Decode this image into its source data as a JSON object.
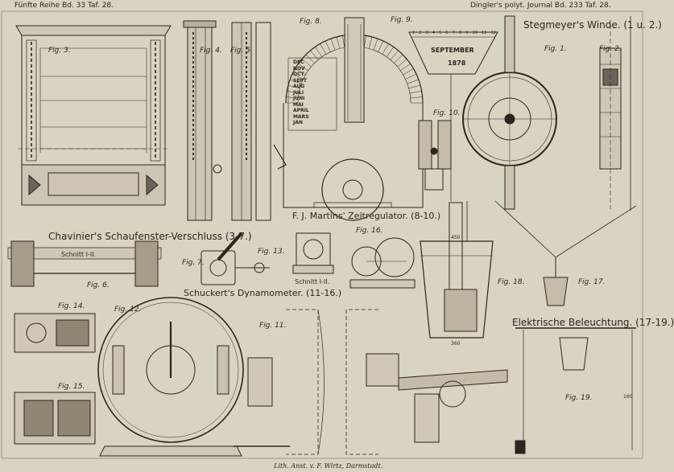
{
  "header": {
    "left": "Fünfte Reihe Bd. 33 Taf. 28.",
    "right": "Dingler's polyt. Journal Bd. 233 Taf. 28."
  },
  "titles": {
    "chavinier": "Chavinier's Schaufenster-Verschluss (3-7.)",
    "martin": "F. J. Martins' Zeitregulator. (8-10.)",
    "schuckert": "Schuckert's Dynamometer. (11-16.)",
    "stegmeyer": "Stegmeyer's Winde. (1 u. 2.)",
    "elektrische": "Elektrische Beleuchtung. (17-19.)"
  },
  "figures": {
    "fig1": "Fig. 1.",
    "fig2": "Fig. 2.",
    "fig3": "Fig. 3.",
    "fig4": "Fig. 4.",
    "fig5": "Fig. 5.",
    "fig6": "Fig. 6.",
    "fig7": "Fig. 7.",
    "fig8": "Fig. 8.",
    "fig9": "Fig. 9.",
    "fig10": "Fig. 10.",
    "fig11": "Fig. 11.",
    "fig12": "Fig. 12.",
    "fig13": "Fig. 13.",
    "fig14": "Fig. 14.",
    "fig15": "Fig. 15.",
    "fig16": "Fig. 16.",
    "fig17": "Fig. 17.",
    "fig18": "Fig. 18.",
    "fig19": "Fig. 19."
  },
  "sections": {
    "schnitt_6": "Schnitt I-II.",
    "schnitt_16": "Schnitt I-II."
  },
  "dial": {
    "months": [
      "DEC",
      "NOV",
      "OCT",
      "SEPT",
      "AUG",
      "JULI",
      "JUNI",
      "MAI",
      "APRIL",
      "MARS",
      "JAN"
    ],
    "month_label": "SEPTEMBER",
    "year": "1878",
    "scale_marks": [
      "1",
      "2",
      "3",
      "4",
      "5",
      "6",
      "7",
      "8",
      "9",
      "10",
      "11",
      "12"
    ]
  },
  "dimensions": {
    "d450": "450",
    "d360": "360",
    "d160": "160"
  },
  "imprint": "Lith. Anst. v. F. Wirtz, Darmstadt.",
  "colors": {
    "paper": "#d9d3c2",
    "ink": "#2b2620"
  }
}
